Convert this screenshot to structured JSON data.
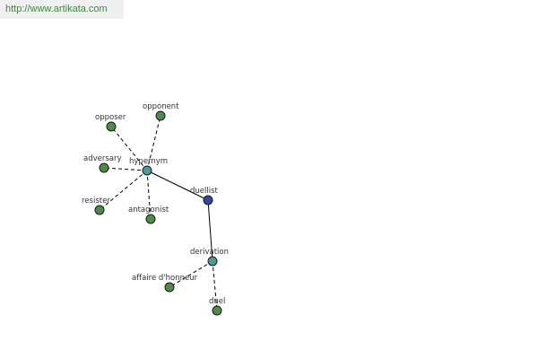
{
  "banner": {
    "url": "http://www.artikata.com"
  },
  "colors": {
    "leaf": "#4f8a4a",
    "hub": "#4f9a9a",
    "center": "#2e4a9e",
    "banner_text": "#3a8a3a"
  },
  "nodes": [
    {
      "id": "opposer",
      "label": "opposer",
      "kind": "leaf"
    },
    {
      "id": "opponent",
      "label": "opponent",
      "kind": "leaf"
    },
    {
      "id": "adversary",
      "label": "adversary",
      "kind": "leaf"
    },
    {
      "id": "hypernym",
      "label": "hypernym",
      "kind": "hub"
    },
    {
      "id": "resister",
      "label": "resister",
      "kind": "leaf"
    },
    {
      "id": "antagonist",
      "label": "antagonist",
      "kind": "leaf"
    },
    {
      "id": "duellist",
      "label": "duellist",
      "kind": "center"
    },
    {
      "id": "derivation",
      "label": "derivation",
      "kind": "hub"
    },
    {
      "id": "affaire",
      "label": "affaire d'honneur",
      "kind": "leaf"
    },
    {
      "id": "duel",
      "label": "duel",
      "kind": "leaf"
    }
  ],
  "edges": [
    {
      "from": "hypernym",
      "to": "opposer",
      "style": "dashed"
    },
    {
      "from": "hypernym",
      "to": "opponent",
      "style": "dashed"
    },
    {
      "from": "hypernym",
      "to": "adversary",
      "style": "dashed"
    },
    {
      "from": "hypernym",
      "to": "resister",
      "style": "dashed"
    },
    {
      "from": "hypernym",
      "to": "antagonist",
      "style": "dashed"
    },
    {
      "from": "hypernym",
      "to": "duellist",
      "style": "solid"
    },
    {
      "from": "duellist",
      "to": "derivation",
      "style": "solid"
    },
    {
      "from": "derivation",
      "to": "affaire",
      "style": "dashed"
    },
    {
      "from": "derivation",
      "to": "duel",
      "style": "dashed"
    }
  ]
}
